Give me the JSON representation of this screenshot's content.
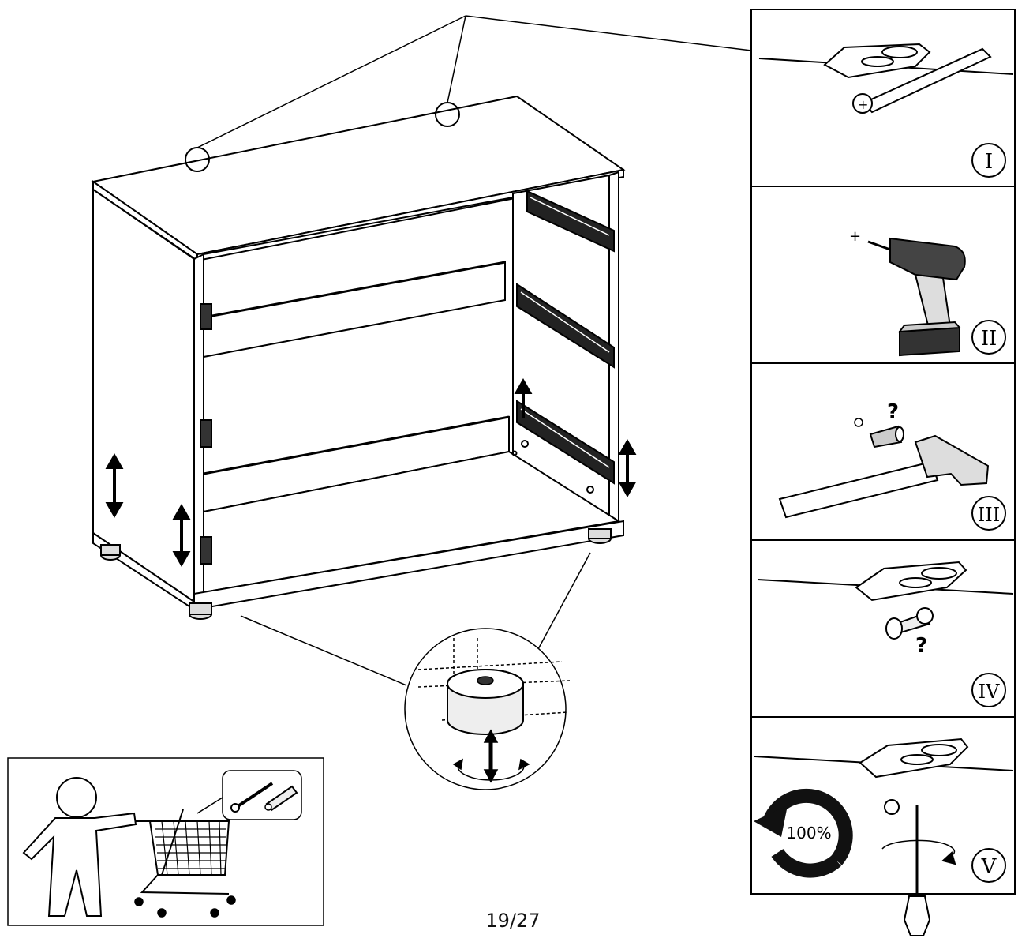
{
  "page": {
    "number": "19/27"
  },
  "steps": [
    {
      "id": "I",
      "label": "I",
      "tool": "pencil-icon"
    },
    {
      "id": "II",
      "label": "II",
      "tool": "drill-icon"
    },
    {
      "id": "III",
      "label": "III",
      "tool": "hammer-icon",
      "marker": "?"
    },
    {
      "id": "IV",
      "label": "IV",
      "tool": "screw-icon",
      "marker": "?"
    },
    {
      "id": "V",
      "label": "V",
      "tool": "screwdriver-icon",
      "tightness": "100%"
    }
  ],
  "drill_mark": "+",
  "pencil_mark": "+",
  "notice": "buy-screws-and-wall-plugs-separately"
}
